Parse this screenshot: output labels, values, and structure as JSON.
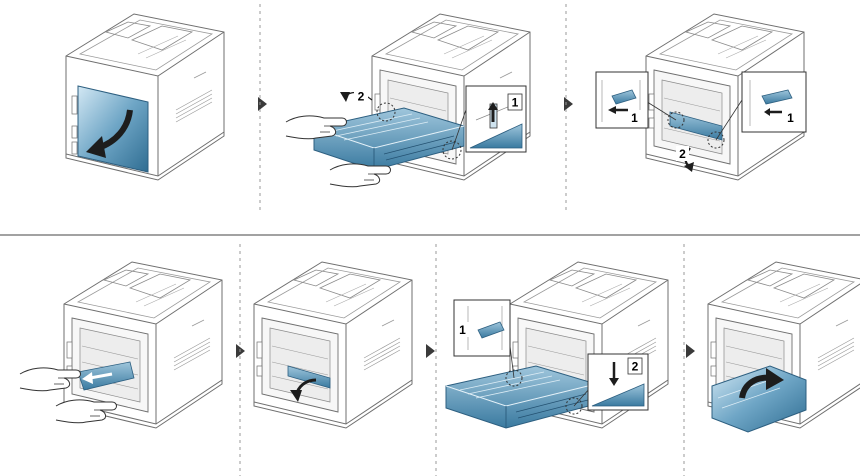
{
  "figure": {
    "rows": [
      {
        "steps": [
          {
            "callouts": []
          },
          {
            "callouts": [
              "2",
              "1"
            ]
          },
          {
            "callouts": [
              "1",
              "1",
              "2"
            ]
          }
        ]
      },
      {
        "steps": [
          {
            "callouts": []
          },
          {
            "callouts": []
          },
          {
            "callouts": [
              "1",
              "2"
            ]
          },
          {
            "callouts": []
          }
        ]
      }
    ]
  },
  "colors": {
    "outline": "#6f6f6f",
    "paper_blue": "#3f7fa3",
    "paper_blue_light": "#a9cde2",
    "arrow": "#222222",
    "dash": "#9a9a9a",
    "separator": "#444444"
  }
}
